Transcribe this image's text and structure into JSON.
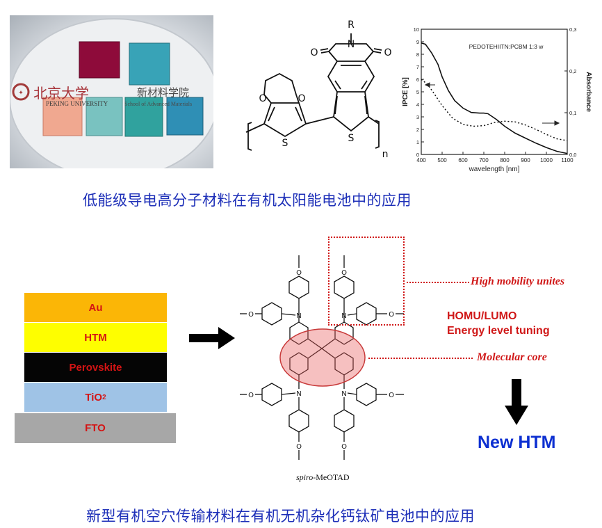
{
  "photo": {
    "logo_cn": "北京大学",
    "logo_en": "PEKING UNIVERSITY",
    "school_cn": "新材料学院",
    "school_en": "School of Advanced Materials"
  },
  "polymer": {
    "r_label": "R",
    "n_label": "N",
    "o_labels": [
      "O",
      "O",
      "O",
      "O"
    ],
    "s_labels": [
      "S",
      "S"
    ],
    "repeat_label": "n"
  },
  "ipce_chart": {
    "chart_data": {
      "type": "line",
      "title": "PEDOTEHIITN:PCBM 1:3 w",
      "xlabel": "wavelength [nm]",
      "ylabel_left": "IPCE [%]",
      "ylabel_right": "Absorbance",
      "xlim": [
        400,
        1100
      ],
      "ylim_left": [
        0,
        10
      ],
      "ylim_right": [
        0.0,
        0.3
      ],
      "x_ticks": [
        "400",
        "500",
        "600",
        "700",
        "800",
        "900",
        "1000",
        "1100"
      ],
      "y_ticks_left": [
        "0",
        "1",
        "2",
        "3",
        "4",
        "5",
        "6",
        "7",
        "8",
        "9",
        "10"
      ],
      "y_ticks_right": [
        "0,0",
        "0,1",
        "0,2",
        "0,3"
      ],
      "series": [
        {
          "style": "solid",
          "x": [
            400,
            420,
            450,
            480,
            500,
            530,
            560,
            600,
            640,
            680,
            700,
            720,
            760,
            800,
            850,
            900,
            950,
            1000,
            1050,
            1100
          ],
          "y": [
            8.9,
            8.8,
            8.1,
            7.2,
            6.2,
            5.1,
            4.3,
            3.7,
            3.35,
            3.3,
            3.3,
            3.25,
            2.8,
            2.25,
            1.7,
            1.3,
            0.9,
            0.55,
            0.25,
            0.08
          ]
        },
        {
          "style": "dotted",
          "x": [
            400,
            430,
            460,
            500,
            550,
            600,
            650,
            700,
            750,
            800,
            850,
            900,
            950,
            1000,
            1050,
            1100
          ],
          "y": [
            6.0,
            5.6,
            4.9,
            3.9,
            2.9,
            2.4,
            2.25,
            2.3,
            2.55,
            2.65,
            2.6,
            2.35,
            2.0,
            1.6,
            1.25,
            1.1
          ]
        }
      ]
    }
  },
  "caption_top": "低能级导电高分子材料在有机太阳能电池中的应用",
  "device_stack": {
    "layers": [
      {
        "label": "Au",
        "color": "#fbb606"
      },
      {
        "label": "HTM",
        "color": "#fefe00"
      },
      {
        "label": "Perovskite",
        "color": "#050505"
      },
      {
        "label": "TiO",
        "sub": "2",
        "color": "#9fc3e6"
      },
      {
        "label": "FTO",
        "color": "#a7a7a7"
      }
    ]
  },
  "molecule": {
    "name_italic": "spiro",
    "name_rest": "-MeOTAD"
  },
  "annotations": {
    "high_mobility": "High mobility unites",
    "homo_lumo": "HOMU/LUMO",
    "energy_level": "Energy level  tuning",
    "molecular_core": "Molecular core",
    "new_htm": "New HTM"
  },
  "caption_bottom": "新型有机空穴传输材料在有机无机杂化钙钛矿电池中的应用"
}
